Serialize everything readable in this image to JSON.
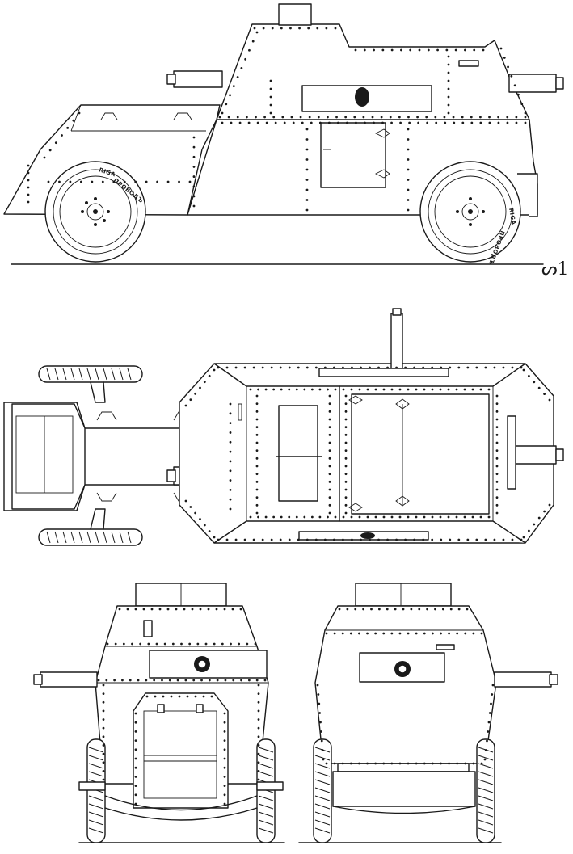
{
  "tire_brand": "RIGA",
  "tire_maker": "ПРОВОДЪ",
  "signature": "ᔕ1"
}
